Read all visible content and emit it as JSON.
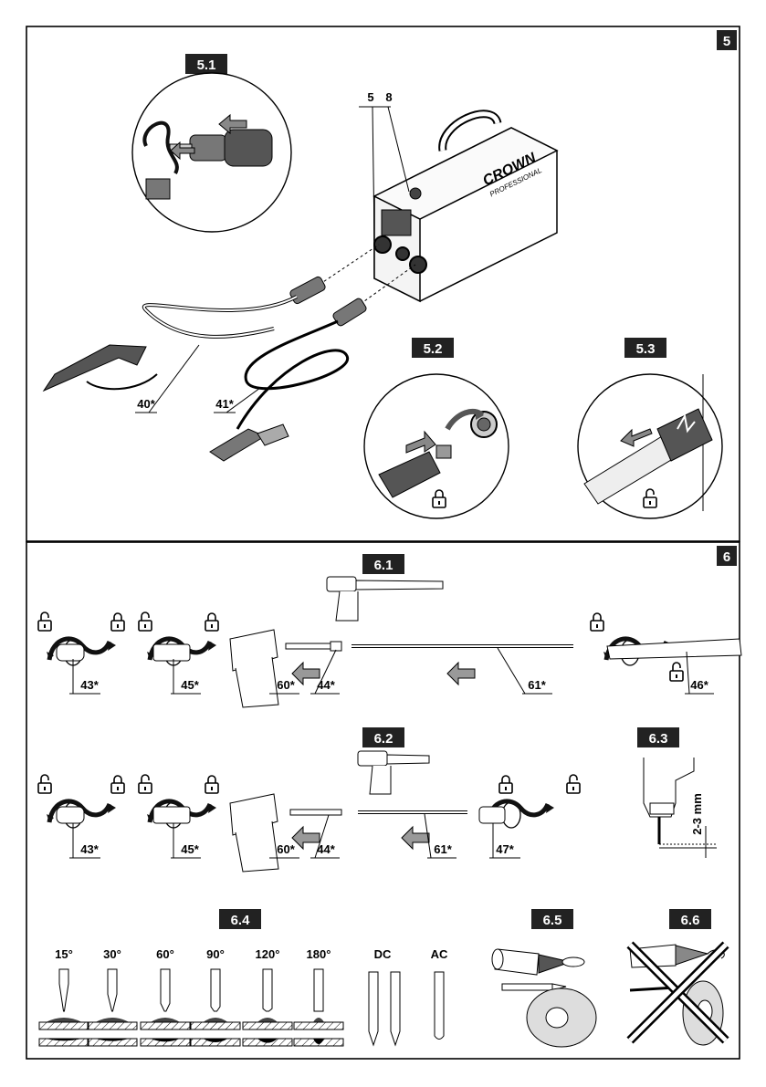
{
  "panel5": {
    "number": "5",
    "steps": {
      "s1": "5.1",
      "s2": "5.2",
      "s3": "5.3"
    },
    "callouts": {
      "c5": "5",
      "c8": "8",
      "c40": "40*",
      "c41": "41*"
    },
    "brand_line1": "CROWN",
    "brand_line2": "PROFESSIONAL"
  },
  "panel6": {
    "number": "6",
    "steps": {
      "s1": "6.1",
      "s2": "6.2",
      "s3": "6.3",
      "s4": "6.4",
      "s5": "6.5",
      "s6": "6.6"
    },
    "row1": {
      "c43": "43*",
      "c45": "45*",
      "c60": "60*",
      "c44": "44*",
      "c61": "61*",
      "c46": "46*"
    },
    "row2": {
      "c43": "43*",
      "c45": "45*",
      "c60": "60*",
      "c44": "44*",
      "c61": "61*",
      "c47": "47*"
    },
    "gap": "2-3 mm",
    "angles": [
      "15°",
      "30°",
      "60°",
      "90°",
      "120°",
      "180°"
    ],
    "current": {
      "dc": "DC",
      "ac": "AC"
    }
  }
}
